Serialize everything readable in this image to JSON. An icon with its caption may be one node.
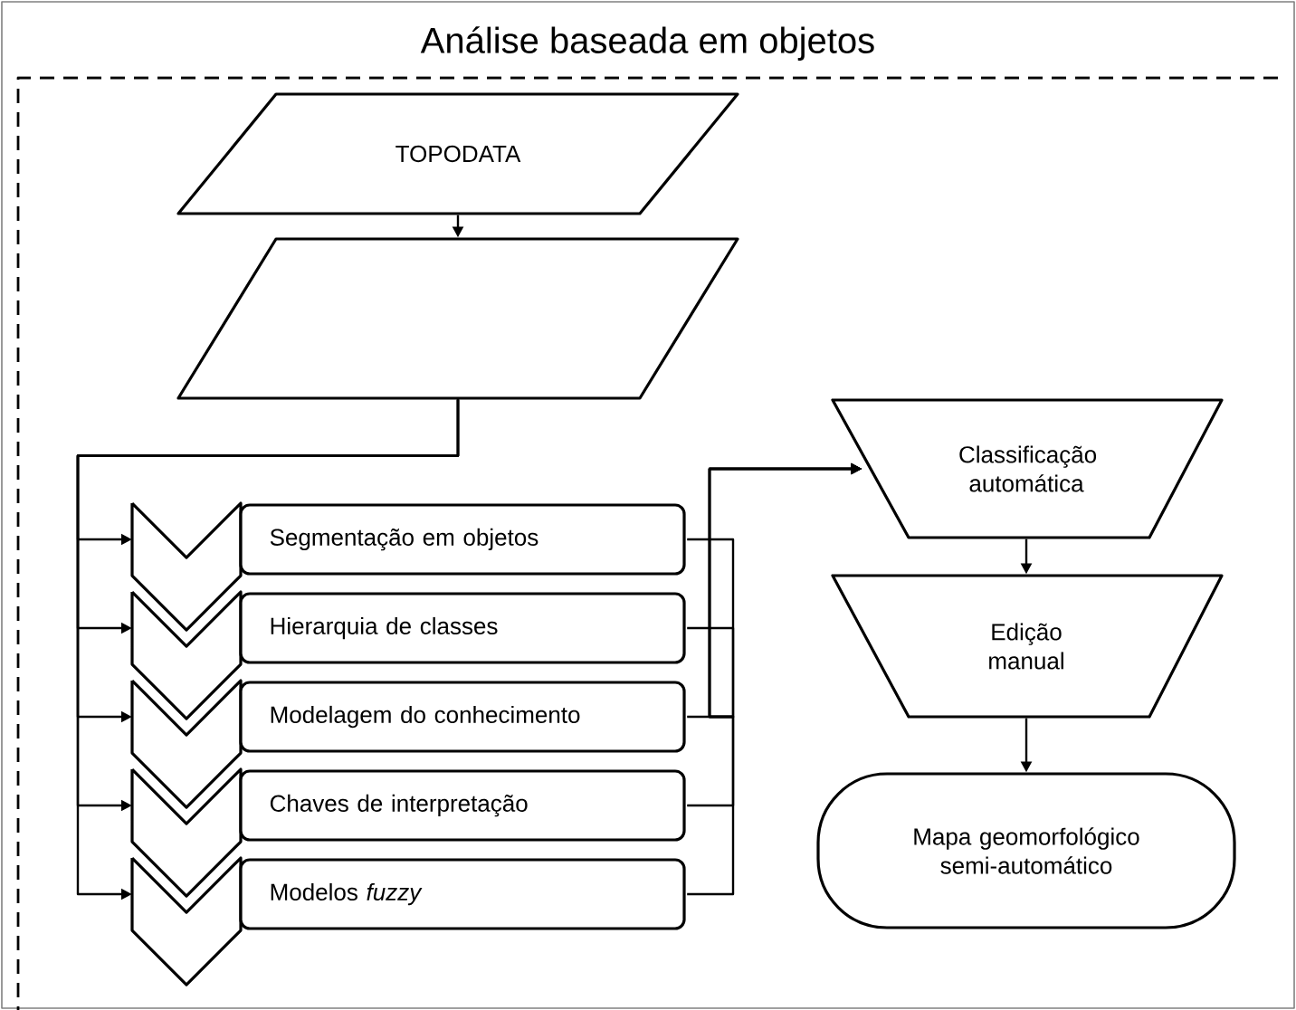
{
  "diagram": {
    "title": "Análise baseada em objetos",
    "nodes": [
      {
        "text": [
          "TOPODATA"
        ]
      },
      {
        "text": [],
        "shape": "parallelogram"
      },
      {
        "text": [
          "Segmentação em objetos"
        ]
      },
      {
        "text": [
          "Hierarquia de classes"
        ]
      },
      {
        "text": [
          "Modelagem do conhecimento"
        ]
      },
      {
        "text": [
          "Chaves de interpretação"
        ]
      },
      {
        "text": [
          "Modelos *fuzzy*"
        ]
      },
      {
        "text": [
          "Classificação automática"
        ]
      },
      {
        "text": [
          "Edição manual"
        ]
      },
      {
        "text": [
          "Mapa geomorfológico semi-automático"
        ]
      }
    ],
    "edges": [
      {
        "from": 0,
        "to": 1,
        "arrow": "to"
      },
      {
        "from": 1,
        "to": 2,
        "arrow": "to"
      },
      {
        "from": 1,
        "to": 3,
        "arrow": "to"
      },
      {
        "from": 1,
        "to": 4,
        "arrow": "to"
      },
      {
        "from": 1,
        "to": 5,
        "arrow": "to"
      },
      {
        "from": 1,
        "to": 6,
        "arrow": "to"
      },
      {
        "from": 2,
        "to": 7,
        "arrow": "to"
      },
      {
        "from": 3,
        "to": 7,
        "arrow": "to"
      },
      {
        "from": 4,
        "to": 7,
        "arrow": "to"
      },
      {
        "from": 5,
        "to": 7,
        "arrow": "to"
      },
      {
        "from": 6,
        "to": 7,
        "arrow": "to"
      },
      {
        "from": 7,
        "to": 8,
        "arrow": "to"
      },
      {
        "from": 8,
        "to": 9,
        "arrow": "to"
      }
    ]
  }
}
